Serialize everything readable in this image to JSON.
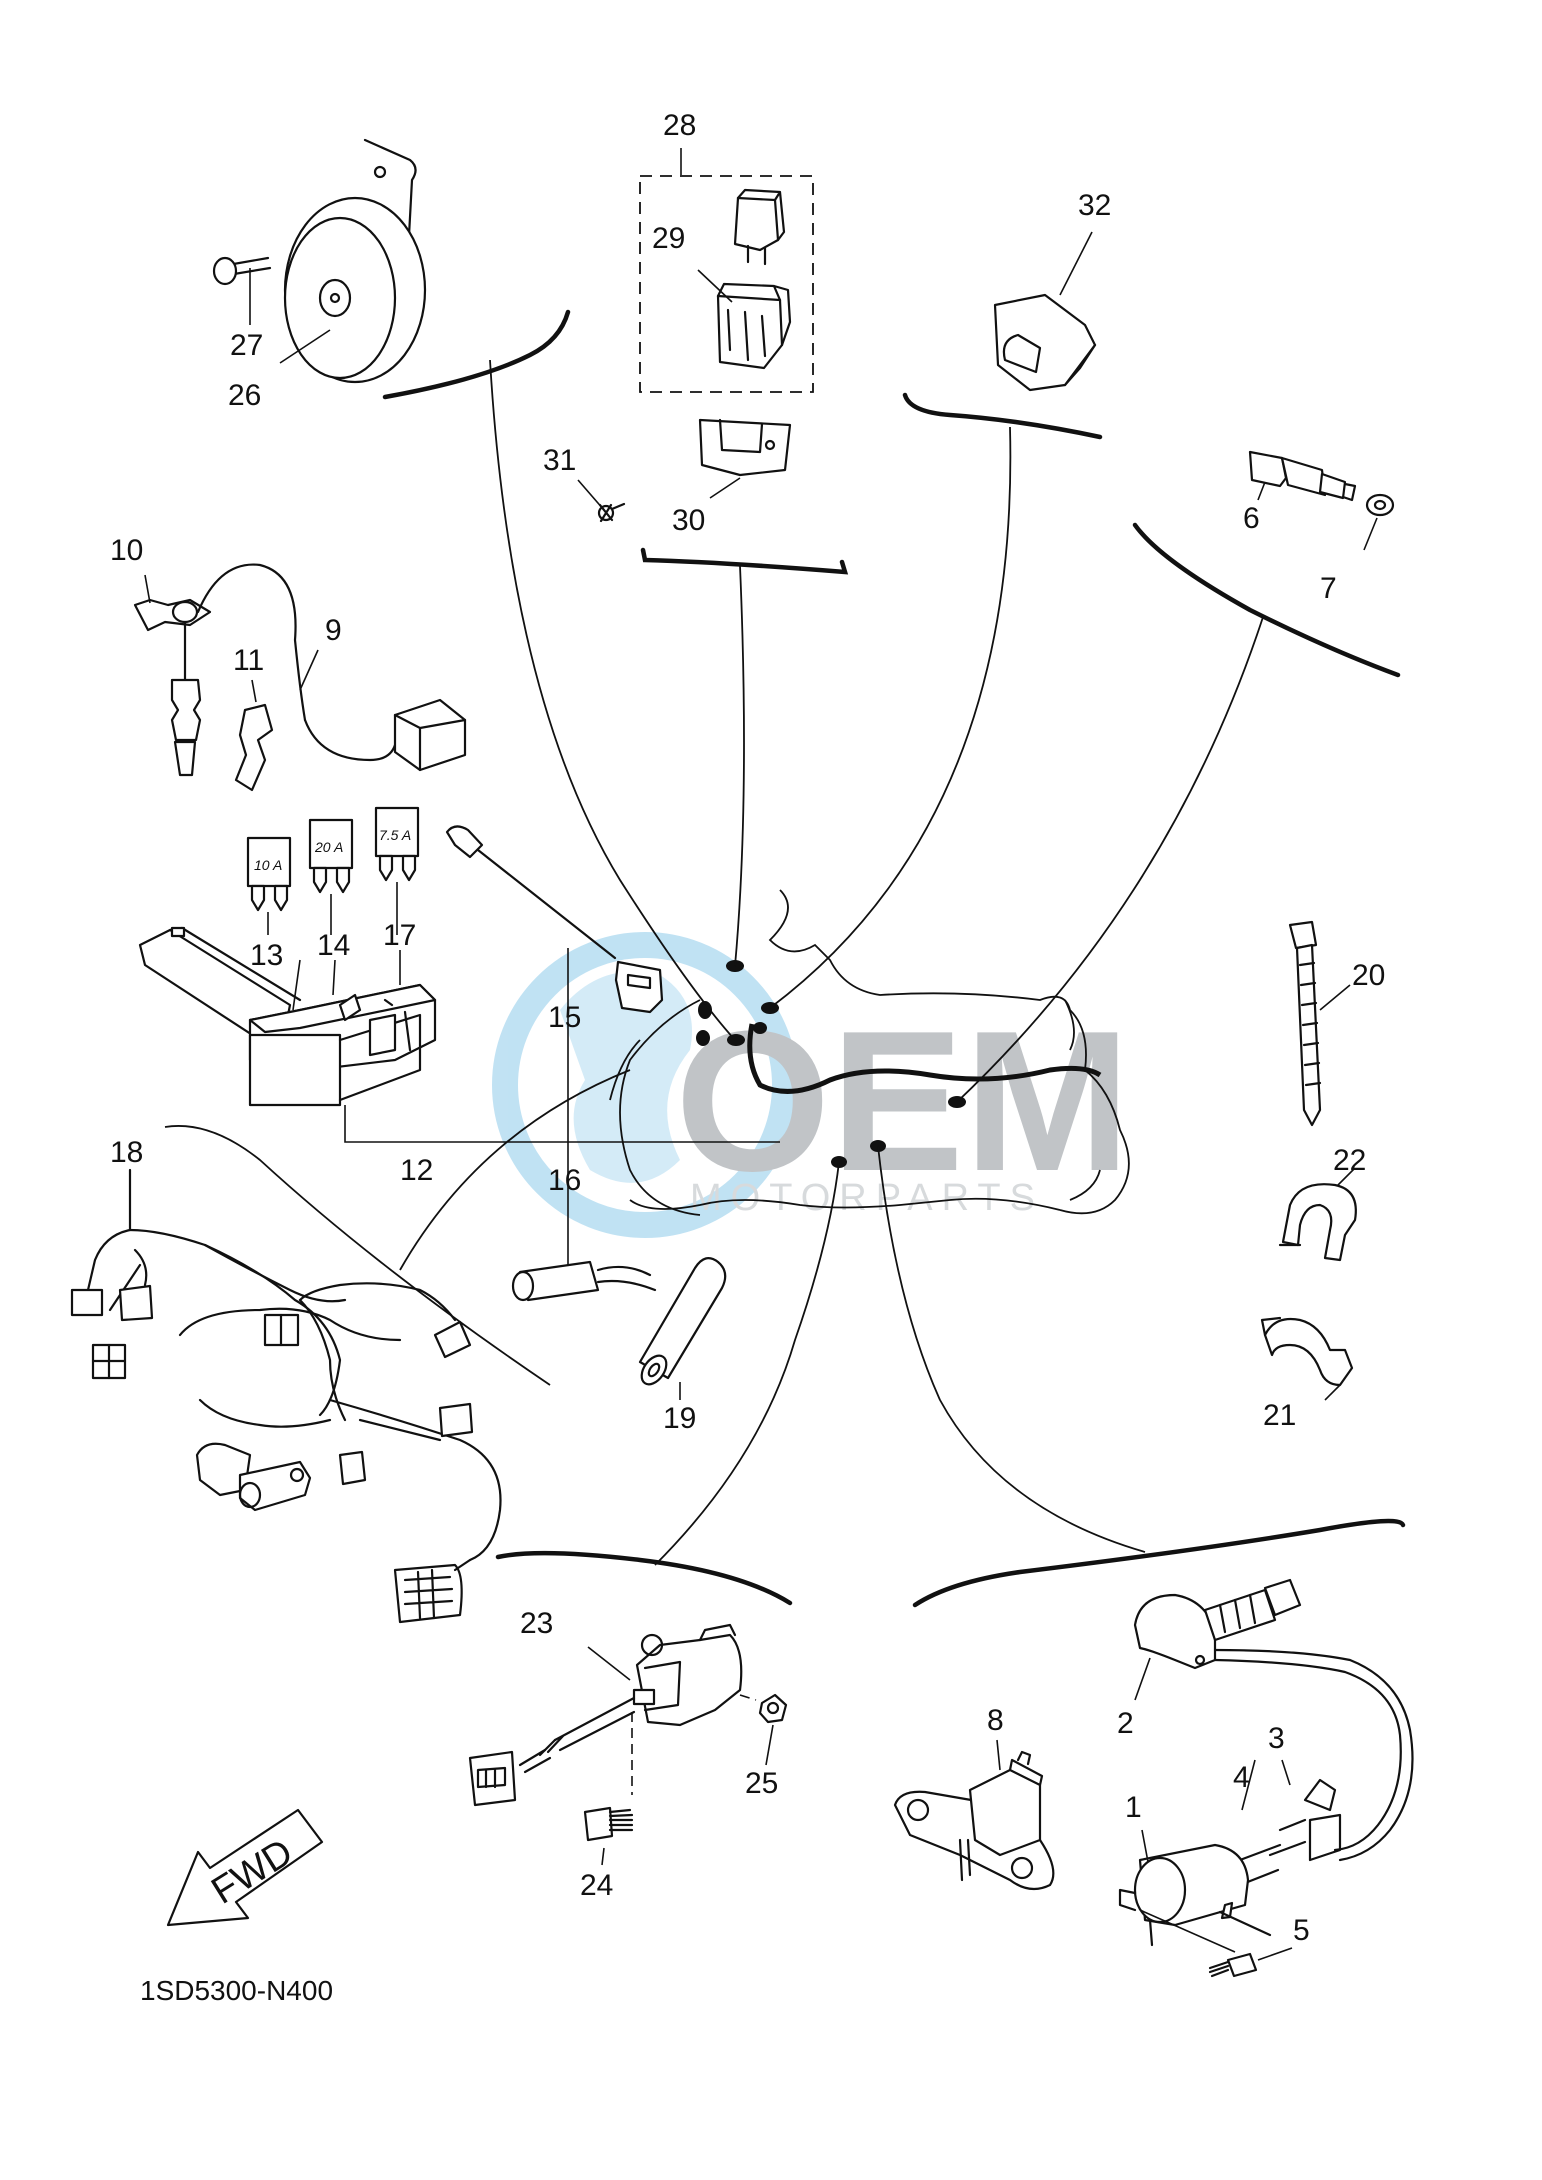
{
  "diagram_code": "1SD5300-N400",
  "fwd_label": "FWD",
  "watermark": {
    "brand": "OEM",
    "sub": "MOTORPARTS"
  },
  "fuse_ratings": {
    "fuse_13": "10 A",
    "fuse_14": "20 A",
    "fuse_17": "7.5 A"
  },
  "callouts": {
    "c1": "1",
    "c2": "2",
    "c3": "3",
    "c4": "4",
    "c5": "5",
    "c6": "6",
    "c7": "7",
    "c8": "8",
    "c9": "9",
    "c10": "10",
    "c11": "11",
    "c12": "12",
    "c13": "13",
    "c14": "14",
    "c15": "15",
    "c16": "16",
    "c17": "17",
    "c18": "18",
    "c19": "19",
    "c20": "20",
    "c21": "21",
    "c22": "22",
    "c23": "23",
    "c24": "24",
    "c25": "25",
    "c26": "26",
    "c27": "27",
    "c28": "28",
    "c29": "29",
    "c30": "30",
    "c31": "31",
    "c32": "32"
  }
}
